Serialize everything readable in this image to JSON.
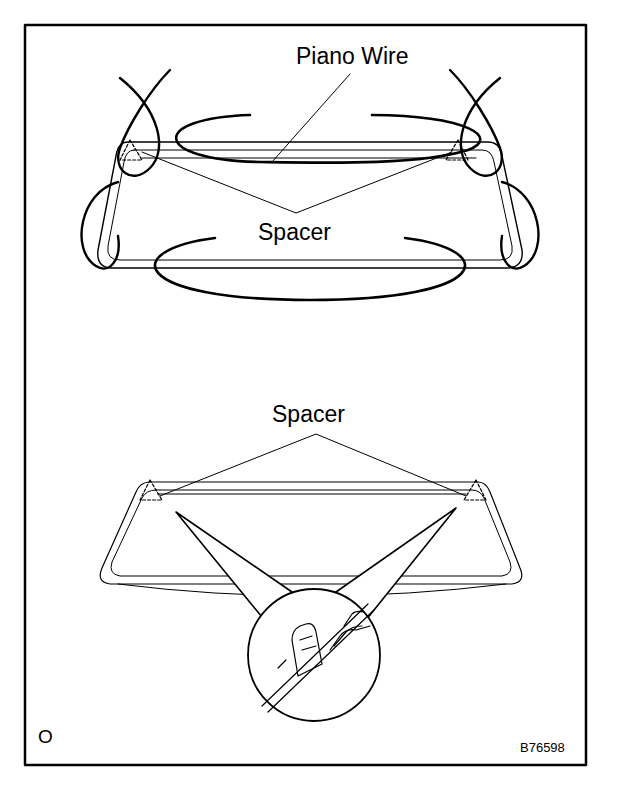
{
  "diagram": {
    "labels": [
      "Piano Wire",
      "Spacer",
      "Spacer",
      "O",
      "B76598"
    ]
  }
}
